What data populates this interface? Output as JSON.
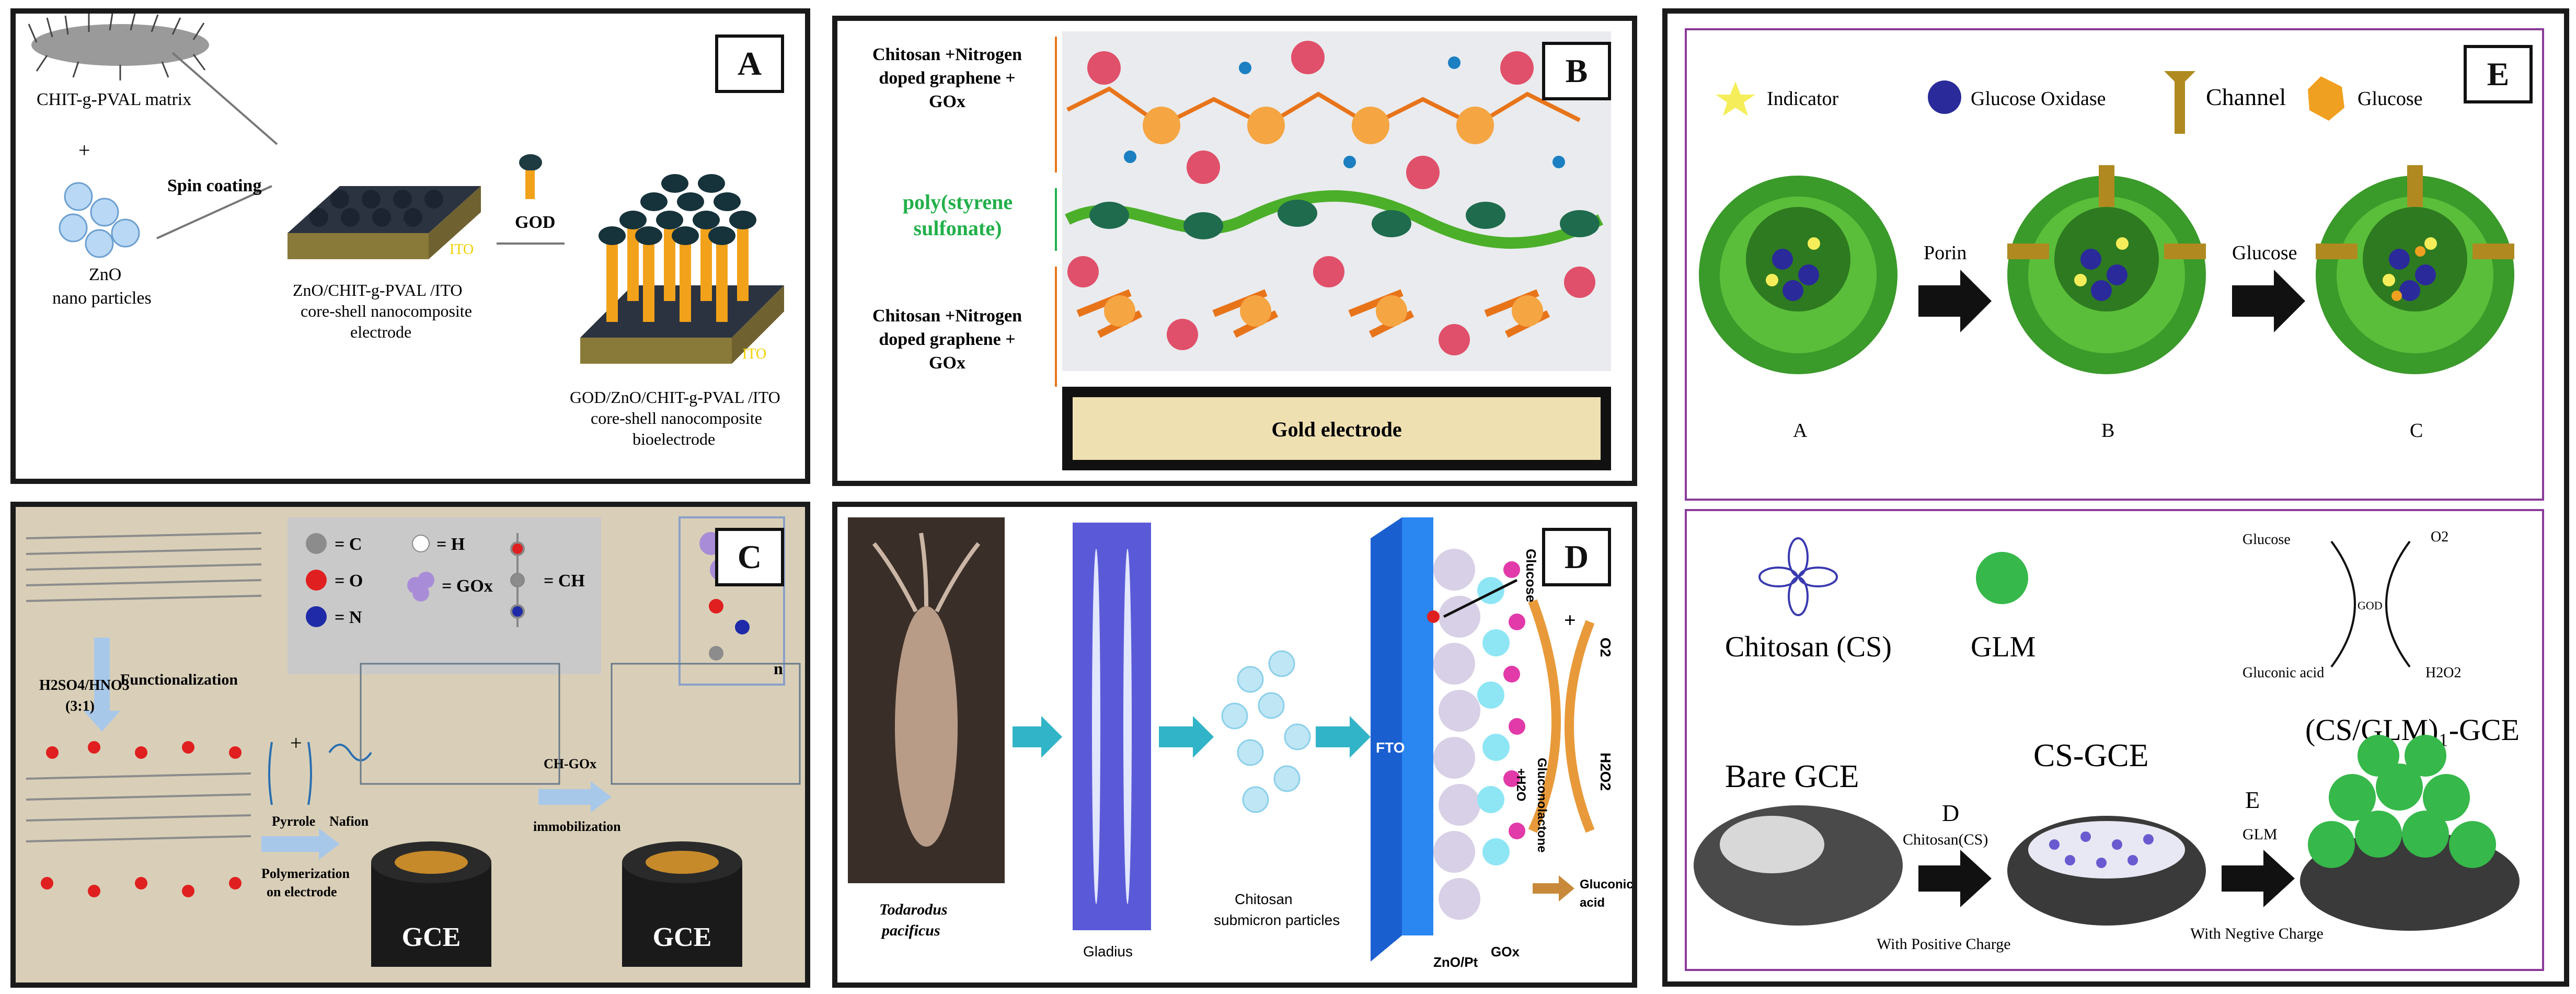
{
  "panels": {
    "A": {
      "badge": "A",
      "matrix": "CHIT-g-PVAL matrix",
      "plus": "+",
      "zno": "ZnO",
      "zno2": "nano particles",
      "spin": "Spin coating",
      "god": "GOD",
      "ito": "ITO",
      "ito2": "ITO",
      "cap1": "ZnO/CHIT-g-PVAL /ITO",
      "cap2": "core-shell nanocomposite",
      "cap3": "electrode",
      "cap4": "GOD/ZnO/CHIT-g-PVAL /ITO",
      "cap5": "core-shell nanocomposite",
      "cap6": "bioelectrode"
    },
    "B": {
      "badge": "B",
      "top1": "Chitosan +Nitrogen",
      "top2": "doped graphene +",
      "top3": "GOx",
      "poly1": "poly(styrene",
      "poly2": "sulfonate)",
      "bot1": "Chitosan +Nitrogen",
      "bot2": "doped graphene +",
      "bot3": "GOx",
      "electrode": "Gold electrode"
    },
    "C": {
      "badge": "C",
      "leg_c": "= C",
      "leg_h": "= H",
      "leg_o": "= O",
      "leg_n": "= N",
      "leg_gox": "= GOx",
      "leg_ch": "= CH",
      "acid1": "H2SO4/HNO3",
      "acid2": "(3:1)",
      "func": "Functionalization",
      "pyrrole": "Pyrrole",
      "nafion": "Nafion",
      "poly1": "Polymerization",
      "poly2": "on electrode",
      "immob1": "CH-GOx",
      "immob2": "immobilization",
      "gce1": "GCE",
      "gce2": "GCE",
      "n": "n"
    },
    "D": {
      "badge": "D",
      "squid1": "Todarodus",
      "squid2": "pacificus",
      "gladius": "Gladius",
      "chitosan1": "Chitosan",
      "chitosan2": "submicron particles",
      "fto": "FTO",
      "glucose": "Glucose",
      "plus": "+",
      "o2": "O2",
      "h2o2": "H2O2",
      "lactone": "Gluconolactone",
      "h2o": "+H2O",
      "acid1": "Gluconic",
      "acid2": "acid",
      "znopt": "ZnO/Pt",
      "gox": "GOx"
    },
    "E": {
      "badge": "E",
      "indicator": "Indicator",
      "gox": "Glucose Oxidase",
      "channel": "Channel",
      "glucose": "Glucose",
      "porin": "Porin",
      "glucose_arrow": "Glucose",
      "stage_a": "A",
      "stage_b": "B",
      "stage_c": "C",
      "cs": "Chitosan (CS)",
      "glm": "GLM",
      "rx_glucose": "Glucose",
      "rx_o2": "O2",
      "rx_god": "GOD",
      "rx_acid": "Gluconic acid",
      "rx_h2o2": "H2O2",
      "bare": "Bare GCE",
      "csgce": "CS-GCE",
      "final": "(CS/GLM)₁-GCE",
      "step_d": "D",
      "step_d_label": "Chitosan(CS)",
      "step_e": "E",
      "step_e_label": "GLM",
      "pos": "With Positive Charge",
      "neg": "With Negtive Charge"
    }
  }
}
